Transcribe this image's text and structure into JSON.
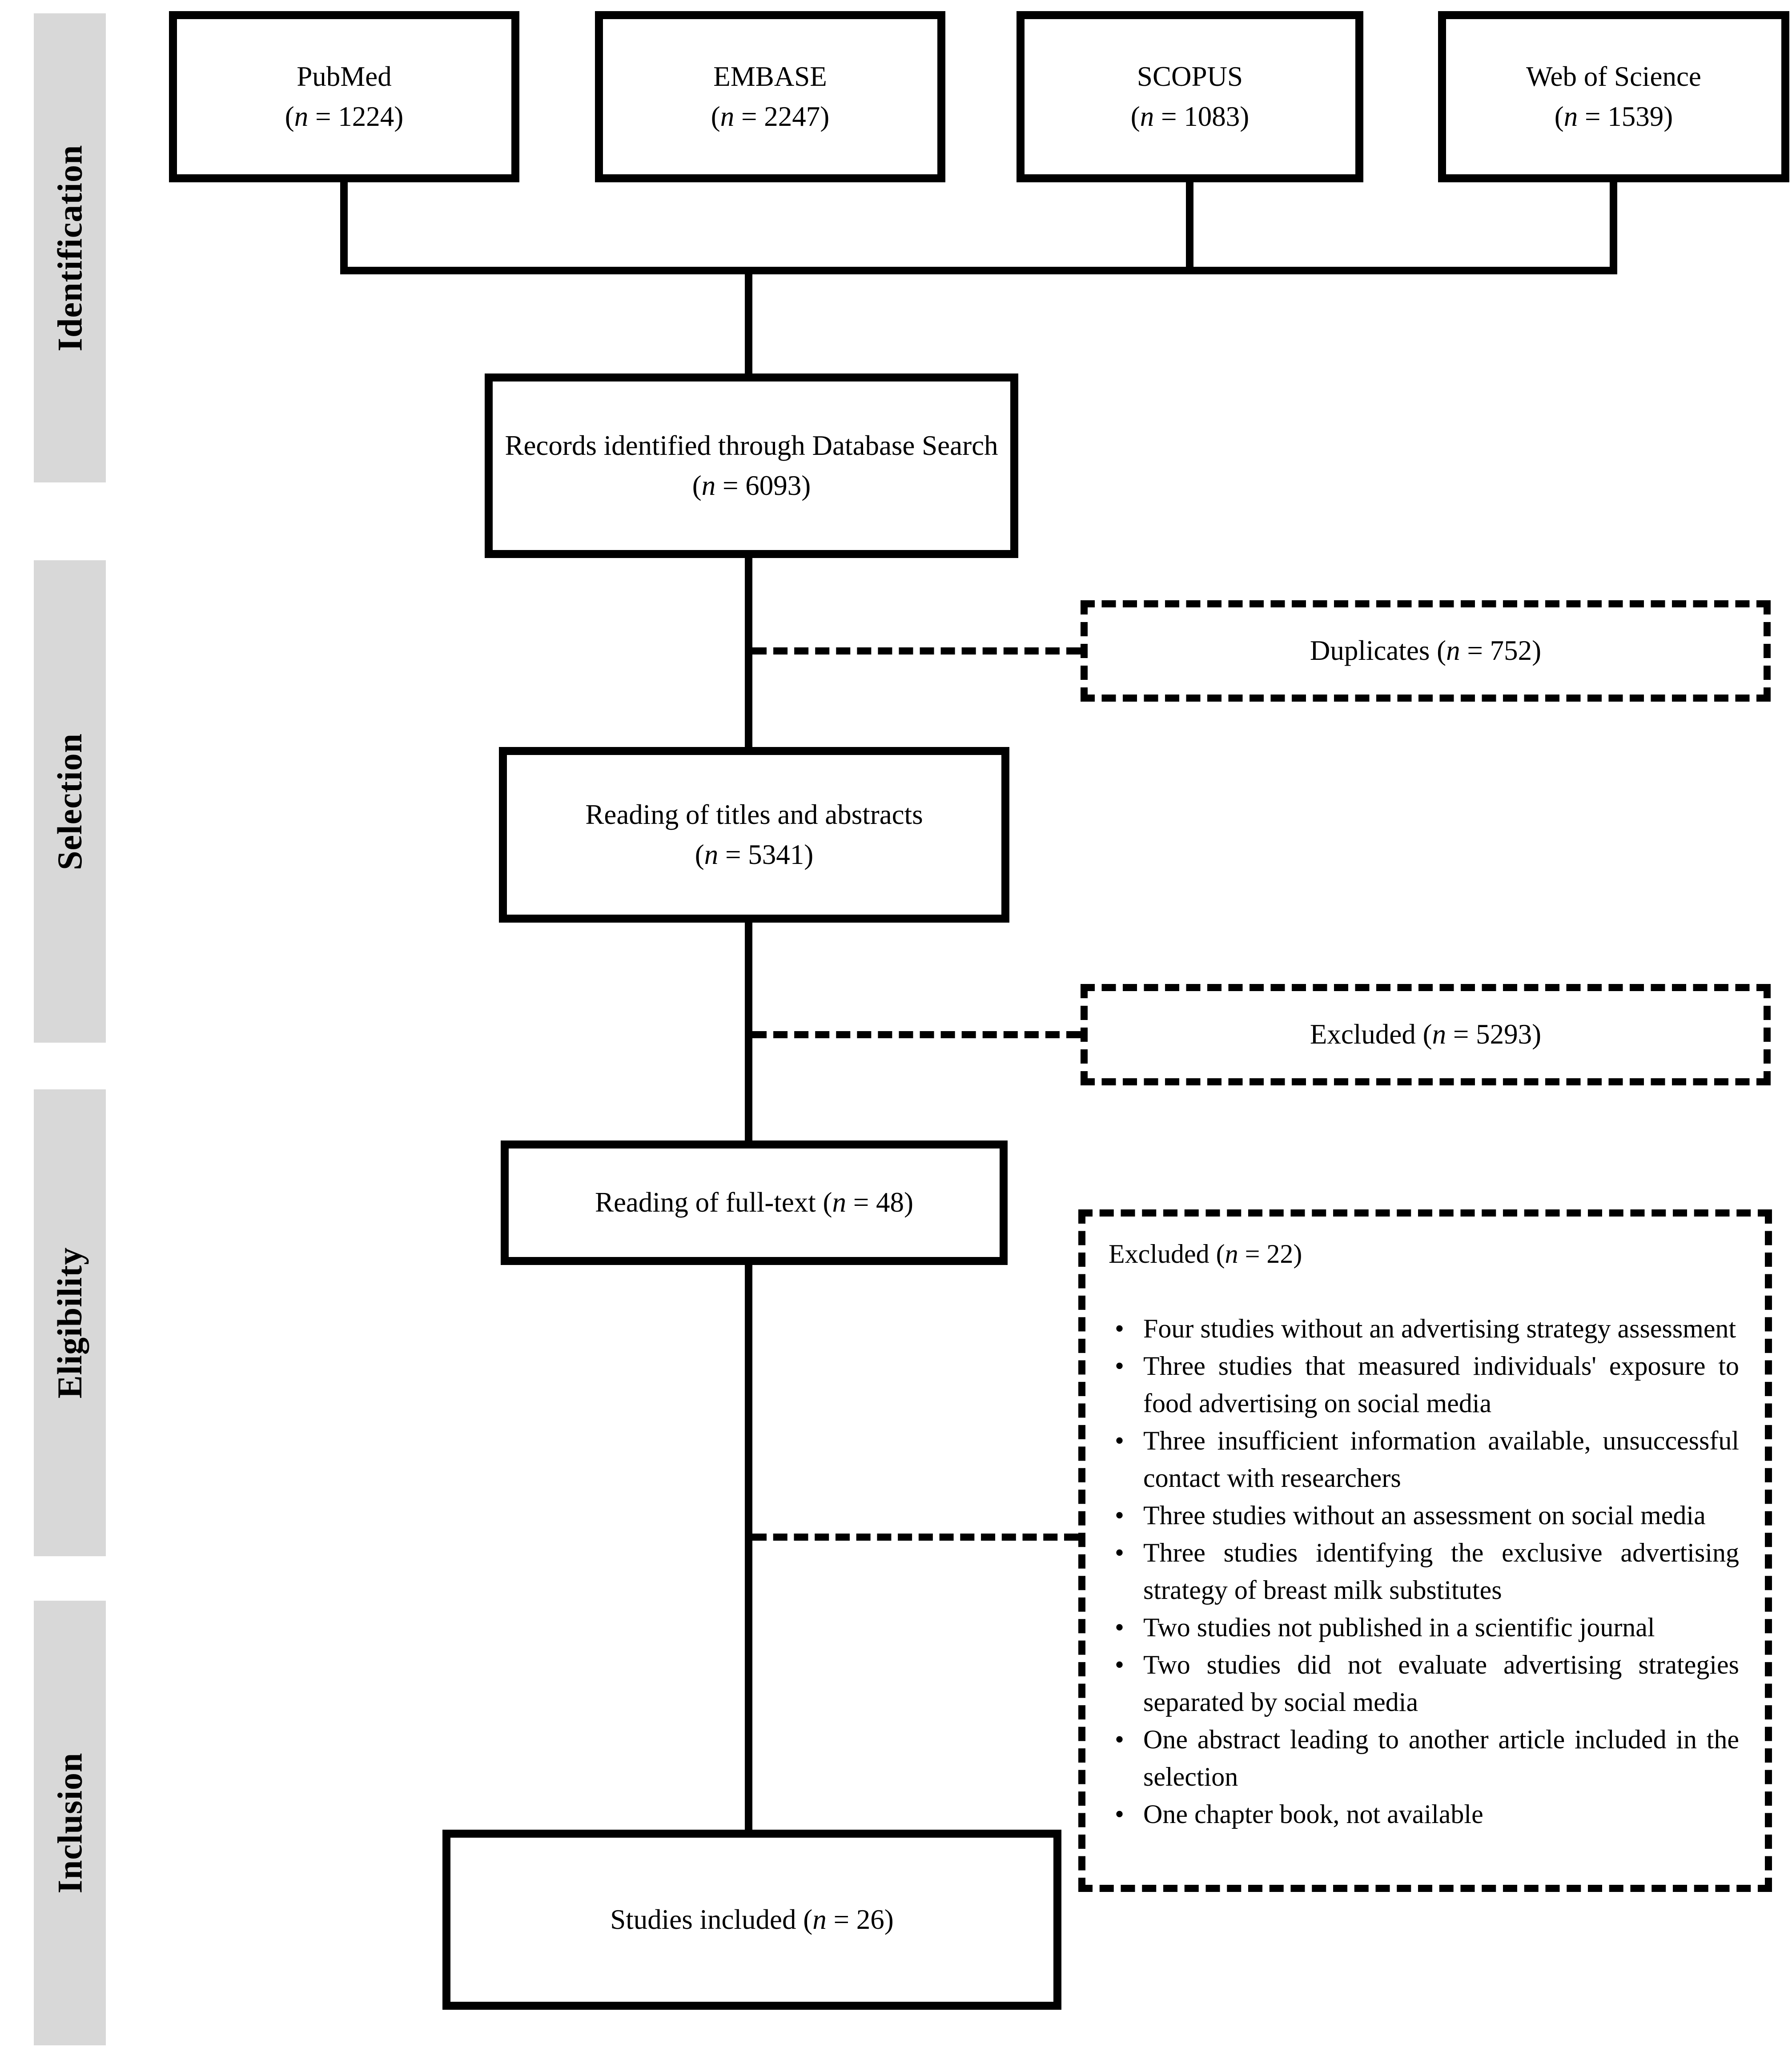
{
  "sidebar": {
    "stages": [
      "Identification",
      "Selection",
      "Eligibility",
      "Inclusion"
    ]
  },
  "sources": [
    {
      "name": "PubMed",
      "count": "(n = 1224)"
    },
    {
      "name": "EMBASE",
      "count": "(n = 2247)"
    },
    {
      "name": "SCOPUS",
      "count": "(n = 1083)"
    },
    {
      "name": "Web of Science",
      "count": "(n = 1539)"
    }
  ],
  "flow": {
    "records_identified": {
      "label": "Records identified through Database Search",
      "count": "(n = 6093)"
    },
    "duplicates": {
      "label": "Duplicates (n = 752)"
    },
    "titles_abstracts": {
      "label": "Reading of titles and abstracts",
      "count": "(n = 5341)"
    },
    "excluded_titles": {
      "label": "Excluded (n = 5293)"
    },
    "full_text": {
      "label": "Reading of full-text (n = 48)"
    },
    "excluded_full_text": {
      "header": "Excluded (n = 22)",
      "reasons": [
        "Four studies without an advertising strategy assessment",
        "Three studies that measured individuals' exposure to food advertising on social media",
        "Three insufficient information available, unsuccessful contact with researchers",
        "Three studies without an assessment on social media",
        "Three studies identifying the exclusive advertising strategy of breast milk substitutes",
        "Two studies not published in a scientific journal",
        "Two studies did not evaluate advertising strategies separated by social media",
        "One abstract leading to another article included in the selection",
        "One chapter book, not available"
      ]
    },
    "studies_included": {
      "label": "Studies included (n = 26)"
    }
  },
  "colors": {
    "stage_box_bg": "#d8d8d8",
    "line": "#000000",
    "box_bg": "#ffffff"
  }
}
